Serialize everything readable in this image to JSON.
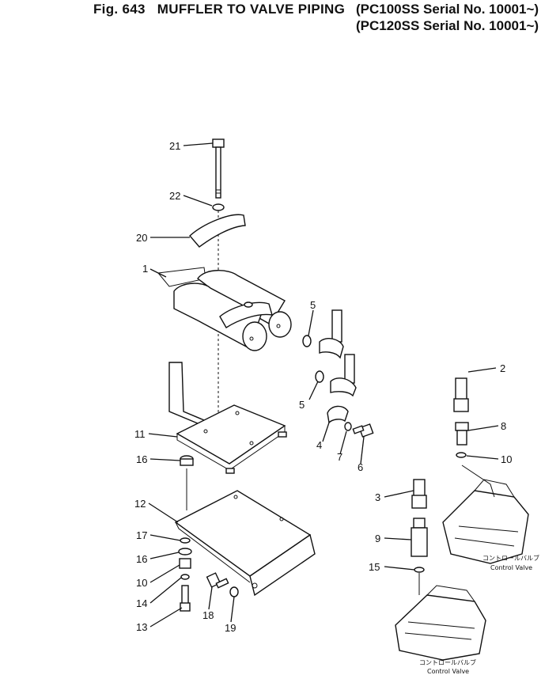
{
  "header": {
    "fig_label": "Fig. 643",
    "title": "MUFFLER TO VALVE PIPING",
    "serial_1": "(PC100SS Serial No. 10001~)",
    "serial_2": "(PC120SS Serial No. 10001~)"
  },
  "captions": {
    "control_valve_jp_upper": "コントロールバルブ",
    "control_valve_en_upper": "Control Valve",
    "control_valve_jp_lower": "コントロールバルブ",
    "control_valve_en_lower": "Control Valve"
  },
  "callouts": [
    "21",
    "22",
    "20",
    "1",
    "5",
    "5",
    "2",
    "11",
    "4",
    "7",
    "6",
    "8",
    "10",
    "16",
    "12",
    "3",
    "9",
    "17",
    "16",
    "15",
    "10",
    "14",
    "18",
    "19",
    "13"
  ]
}
